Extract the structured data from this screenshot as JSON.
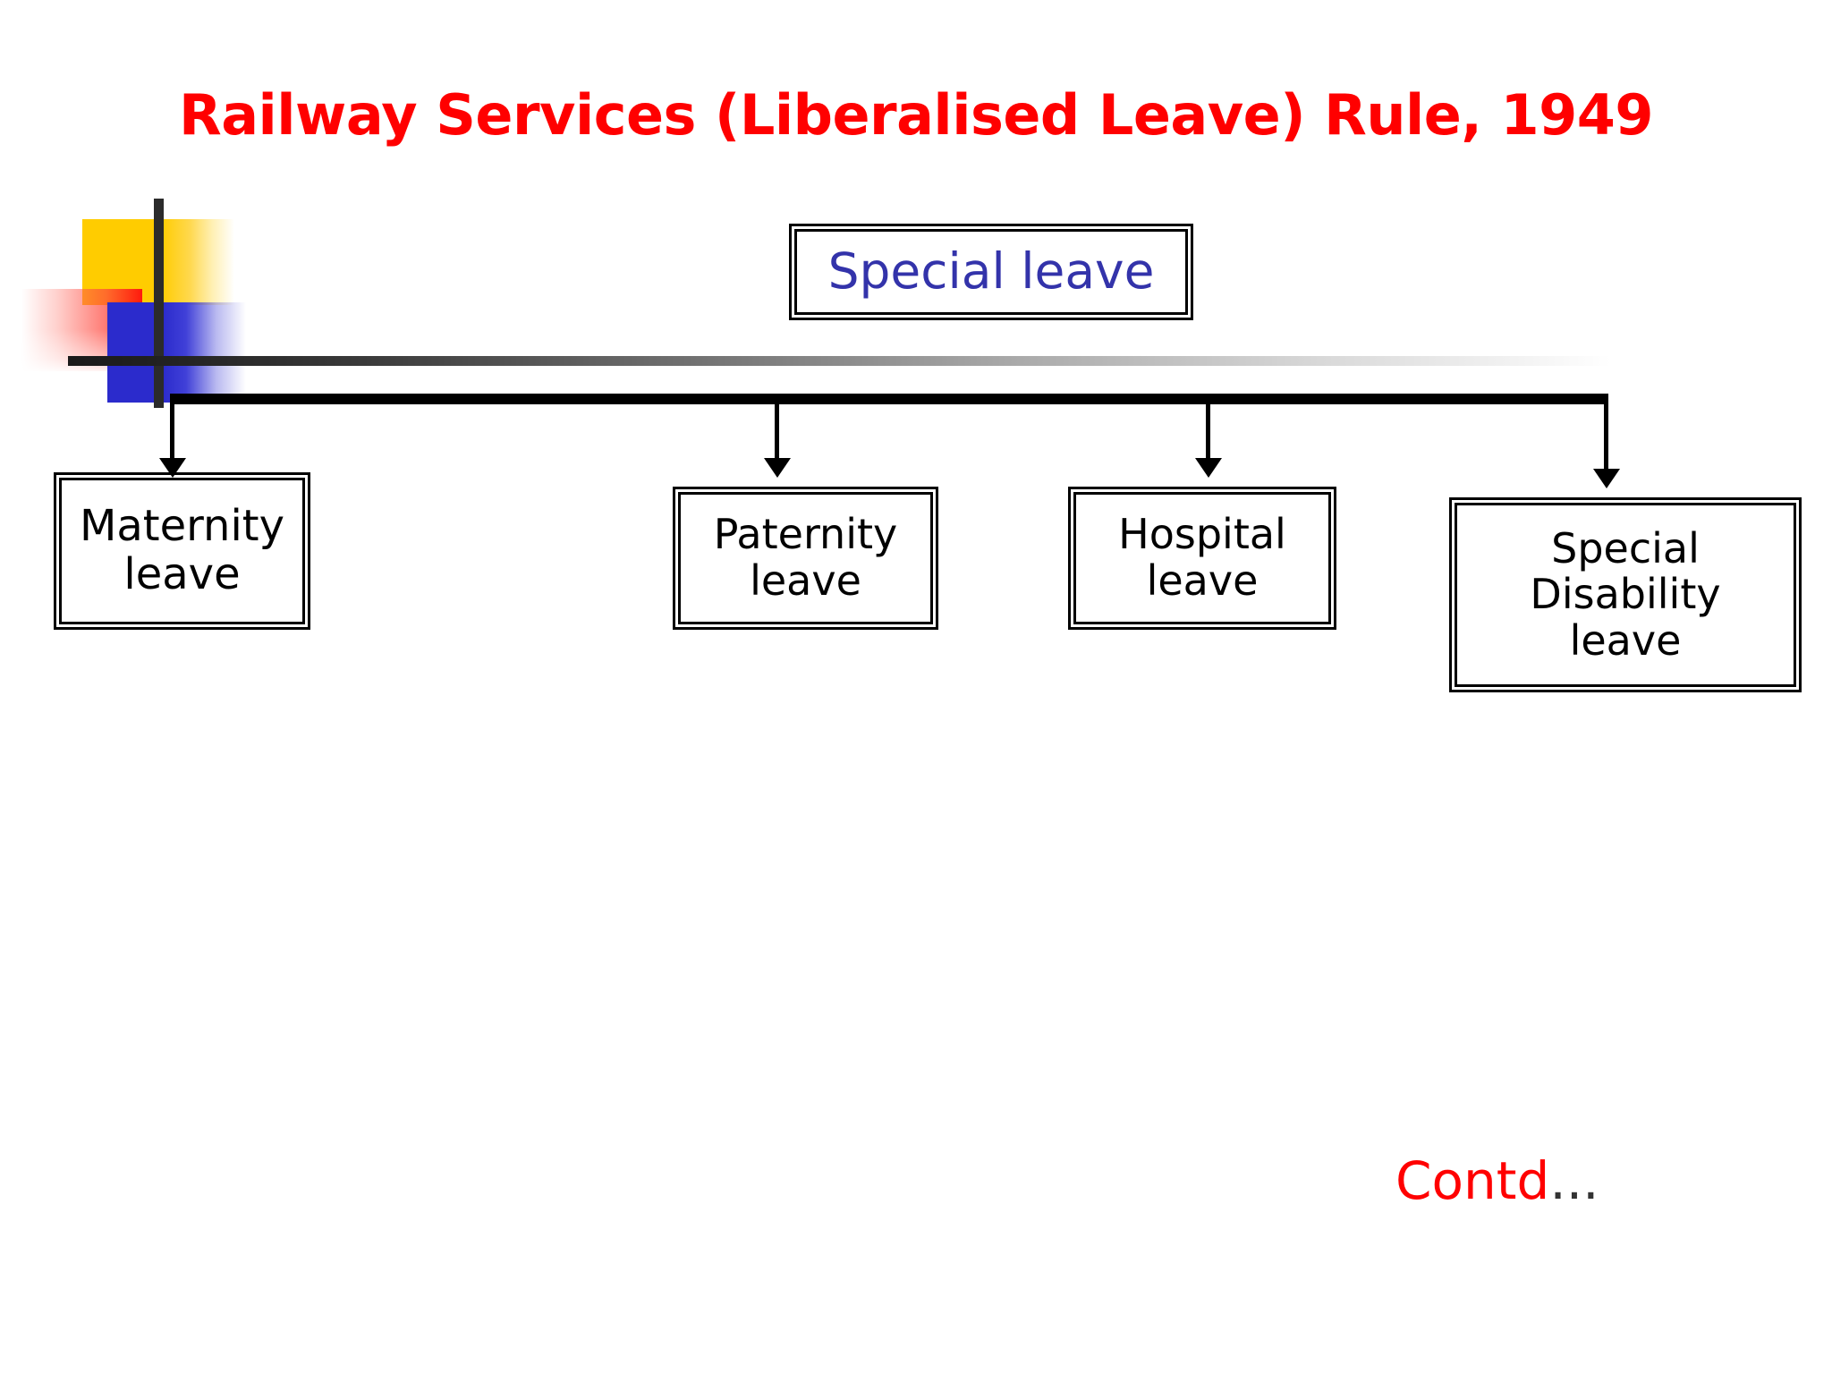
{
  "slide": {
    "title": "Railway Services (Liberalised Leave) Rule, 1949",
    "title_color": "#FF0000",
    "background_color": "#FFFFFF",
    "footer": {
      "text": "Contd",
      "ellipsis": "...",
      "text_color": "#FF0000",
      "ellipsis_color": "#333333"
    }
  },
  "decor": {
    "name": "powerpoint-blends-corner-motif",
    "yellow": "#FFCC00",
    "red": "#FF1A0D",
    "blue": "#2B2BCC",
    "bar": "#2B2B2B"
  },
  "diagram": {
    "type": "hierarchy",
    "root": {
      "id": "special-leave",
      "label": "Special leave",
      "text_color": "#3333AA",
      "border_color": "#000000",
      "border_style": "double"
    },
    "children": [
      {
        "id": "maternity-leave",
        "label": "Maternity\nleave",
        "text_color": "#000000",
        "border_color": "#000000",
        "border_style": "double"
      },
      {
        "id": "paternity-leave",
        "label": "Paternity\nleave",
        "text_color": "#000000",
        "border_color": "#000000",
        "border_style": "double"
      },
      {
        "id": "hospital-leave",
        "label": "Hospital\nleave",
        "text_color": "#000000",
        "border_color": "#000000",
        "border_style": "double"
      },
      {
        "id": "special-disability-leave",
        "label": "Special\nDisability\nleave",
        "text_color": "#000000",
        "border_color": "#000000",
        "border_style": "double"
      }
    ],
    "connector_color": "#000000"
  }
}
